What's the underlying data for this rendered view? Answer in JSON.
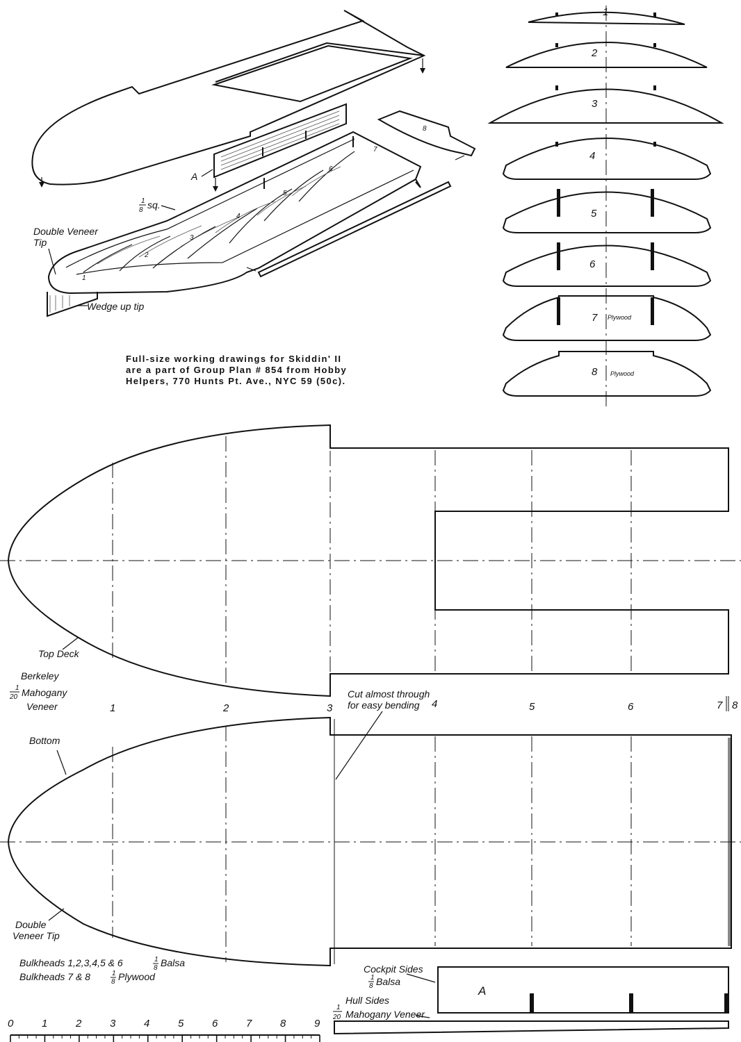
{
  "caption": {
    "line1": "Full-size working drawings for Skiddin' II",
    "line2": "are a part of Group Plan # 854 from Hobby",
    "line3": "Helpers, 770 Hunts Pt. Ave., NYC 59 (50c)."
  },
  "exploded_view": {
    "label_a": "A",
    "strip_label_num": "1",
    "strip_label_den": "8",
    "strip_label_unit": "sq.",
    "tip_label_line1": "Double Veneer",
    "tip_label_line2": "Tip",
    "wedge_label": "Wedge up tip",
    "bulkhead_numbers": [
      "1",
      "2",
      "3",
      "4",
      "5",
      "6",
      "7",
      "8"
    ]
  },
  "bulkheads": [
    {
      "number": "1",
      "material": ""
    },
    {
      "number": "2",
      "material": ""
    },
    {
      "number": "3",
      "material": ""
    },
    {
      "number": "4",
      "material": ""
    },
    {
      "number": "5",
      "material": ""
    },
    {
      "number": "6",
      "material": ""
    },
    {
      "number": "7",
      "material": "Plywood"
    },
    {
      "number": "8",
      "material": "Plywood"
    }
  ],
  "plan": {
    "top_deck_label": "Top Deck",
    "veneer_label_line1": "Berkeley",
    "veneer_label_num": "1",
    "veneer_label_den": "20",
    "veneer_label_line2": "Mahogany",
    "veneer_label_line3": "Veneer",
    "station_numbers": [
      "1",
      "2",
      "3",
      "4",
      "5",
      "6",
      "7",
      "8"
    ],
    "cut_note_line1": "Cut almost through",
    "cut_note_line2": "for easy bending",
    "bottom_label": "Bottom",
    "bottom_tip_line1": "Double",
    "bottom_tip_line2": "Veneer Tip",
    "bulkhead_note1": "Bulkheads  1,2,3,4,5 & 6",
    "bulkhead_note1_material": "Balsa",
    "bulkhead_note2": "Bulkheads  7 & 8",
    "bulkhead_note2_material": "Plywood",
    "fraction_num": "1",
    "fraction_den": "8",
    "cockpit_label_line1": "Cockpit Sides",
    "cockpit_label_material": "Balsa",
    "cockpit_letter": "A",
    "hull_sides_label_line1": "Hull Sides",
    "hull_sides_label_line2": "Mahogany Veneer",
    "hull_fraction_num": "1",
    "hull_fraction_den": "20"
  },
  "scale_ruler": {
    "ticks": [
      "0",
      "1",
      "2",
      "3",
      "4",
      "5",
      "6",
      "7",
      "8",
      "9"
    ]
  }
}
